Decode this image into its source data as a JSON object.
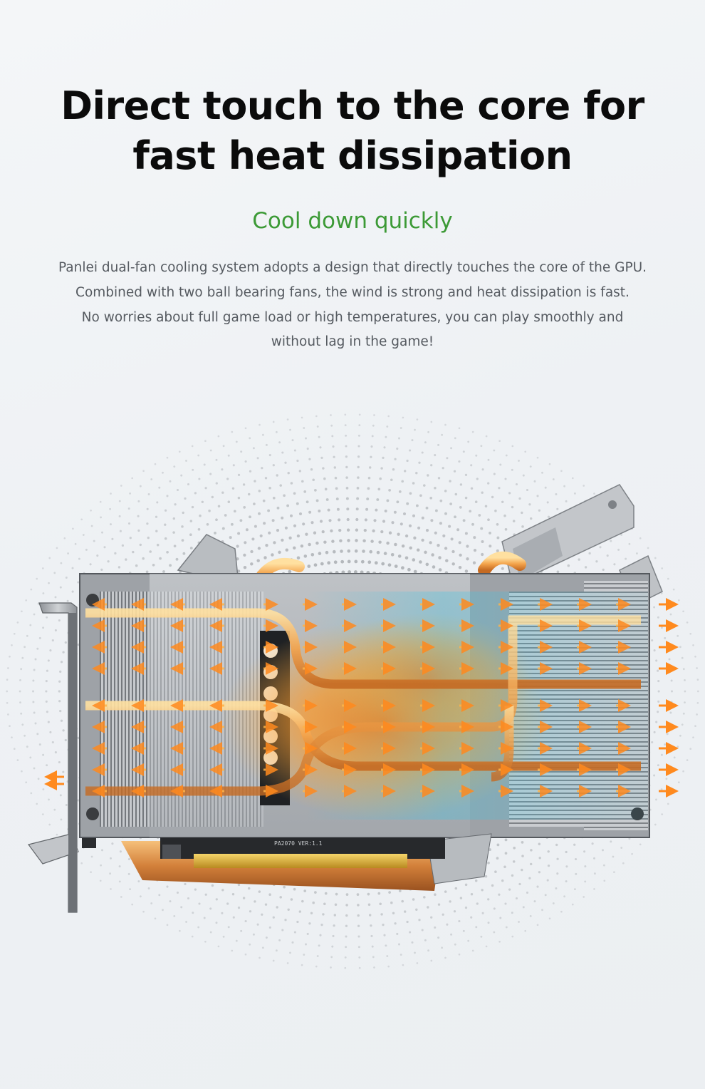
{
  "headline": {
    "line1": "Direct touch to the core for",
    "line2": "fast heat dissipation"
  },
  "subheadline": "Cool down quickly",
  "description": [
    "Panlei dual-fan cooling system adopts a design that directly touches the core of the GPU.",
    "Combined with two ball bearing fans, the wind is strong and heat dissipation is fast.",
    "No worries about full game load or high temperatures, you can play smoothly and",
    "without lag in the game!"
  ],
  "product_image": {
    "pcb_label": "PA2070 VER:1.1",
    "icons": [
      "radial-dot-burst",
      "heatsink-fins",
      "copper-heatpipe-icon",
      "airflow-arrow-icon",
      "pcie-connector"
    ]
  },
  "colors": {
    "headline": "#0b0b0b",
    "accent_green": "#3c9a36",
    "body_text": "#555a60",
    "heat_orange": "#ff8a1e",
    "airflow_cyan": "#38c6e8"
  }
}
